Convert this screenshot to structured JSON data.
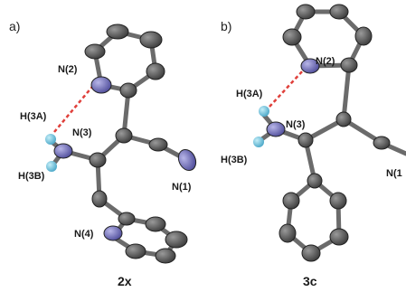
{
  "panels": [
    {
      "panel_label": "a)",
      "compound": "2x",
      "atom_labels": [
        "N(2)",
        "H(3A)",
        "N(3)",
        "H(3B)",
        "N(1)",
        "N(4)"
      ]
    },
    {
      "panel_label": "b)",
      "compound": "3c",
      "atom_labels": [
        "N(2)",
        "H(3A)",
        "N(3)",
        "H(3B)",
        "N(1"
      ]
    }
  ],
  "colors": {
    "carbon": "#5a5a5a",
    "nitrogen": "#8583c4",
    "hydrogen": "#7ccfe6",
    "bond": "#6b6b6b",
    "hbond": "#e0403b"
  }
}
